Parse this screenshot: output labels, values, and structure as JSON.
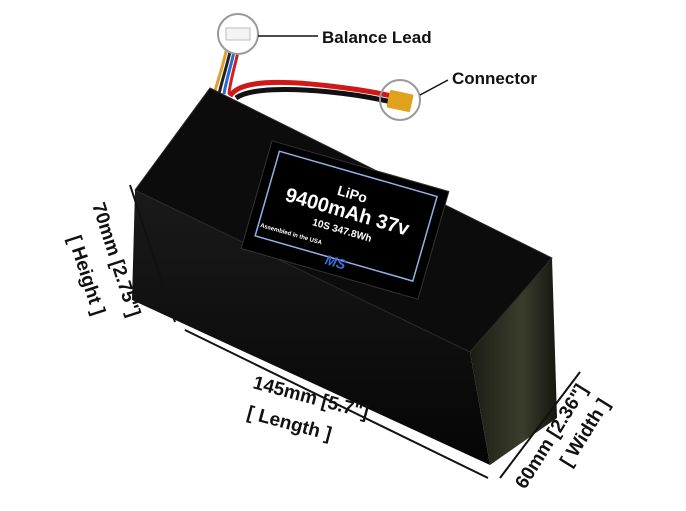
{
  "callouts": {
    "balance_lead": "Balance Lead",
    "connector": "Connector"
  },
  "label": {
    "chemistry": "LiPo",
    "capacity_voltage": "9400mAh 37v",
    "config_energy": "10S 347.8Wh",
    "assembled": "Assembled in the USA",
    "logo": "MS"
  },
  "dimensions": {
    "height_mm": "70mm [2.75\"]",
    "height_word": "[ Height ]",
    "length_mm": "145mm [5.7\"]",
    "length_word": "[ Length ]",
    "width_mm": "60mm [2.36\"]",
    "width_word": "[ Width ]"
  },
  "colors": {
    "battery": "#0e0e0e",
    "label_border": "#8fb4e6",
    "lead_red": "#d01818",
    "connector": "#e0a21c"
  }
}
